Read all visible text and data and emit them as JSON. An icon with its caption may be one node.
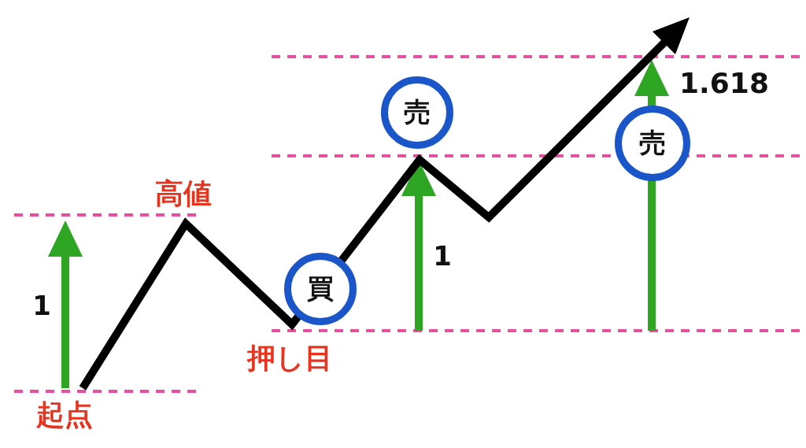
{
  "diagram": {
    "nodes": [
      {
        "text": [
          "買"
        ]
      },
      {
        "text": [
          "売"
        ]
      },
      {
        "text": [
          "売"
        ]
      }
    ],
    "labels": [
      "1.618",
      "高値",
      "1",
      "1",
      "起点",
      "押し目"
    ]
  }
}
